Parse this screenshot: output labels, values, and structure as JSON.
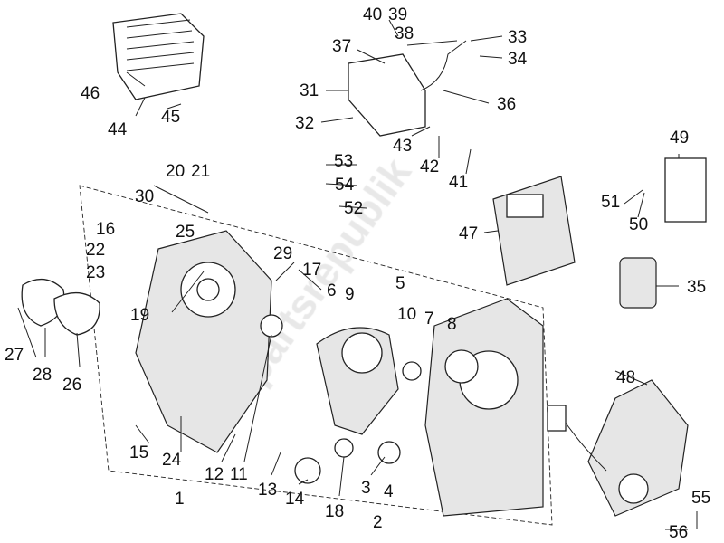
{
  "diagram": {
    "watermark": "partsrepublik",
    "labels": [
      "1",
      "2",
      "3",
      "4",
      "5",
      "6",
      "7",
      "8",
      "9",
      "10",
      "11",
      "12",
      "13",
      "14",
      "15",
      "16",
      "17",
      "18",
      "19",
      "20",
      "21",
      "22",
      "23",
      "24",
      "25",
      "26",
      "27",
      "28",
      "29",
      "30",
      "31",
      "32",
      "33",
      "34",
      "35",
      "36",
      "37",
      "38",
      "39",
      "40",
      "41",
      "42",
      "43",
      "44",
      "45",
      "46",
      "47",
      "48",
      "49",
      "50",
      "51",
      "52",
      "53",
      "54",
      "55",
      "56"
    ]
  }
}
